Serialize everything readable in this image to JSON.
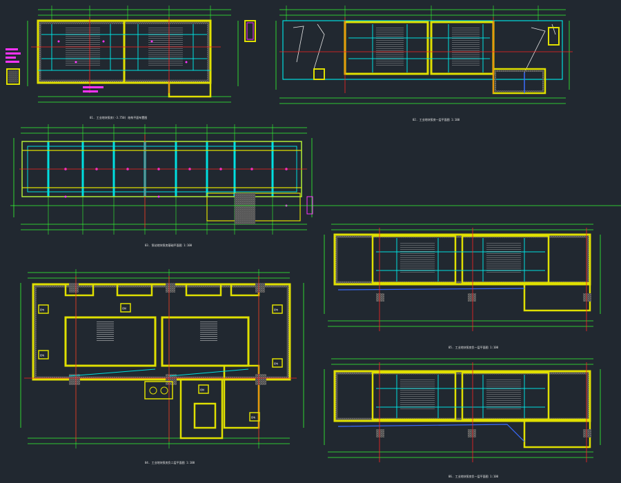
{
  "colors": {
    "background": "#212830",
    "dimension": "#33ff33",
    "wall": "#e0e000",
    "structure": "#00e0e0",
    "axis": "#ff2222",
    "annotation": "#ff33ff",
    "text": "#e8e8e8",
    "hatch": "#9a9a9a",
    "blue": "#3a6cff"
  },
  "drawings": {
    "p1": {
      "title": "01. 工业地块泵房(-3.750) 结构平面布置图"
    },
    "p2": {
      "title": "02. 工业地块泵房一层平面图  1:100"
    },
    "p3": {
      "title": "03. 泵站地块泵房基础平面图  1:100"
    },
    "p4": {
      "title": "04. 工业地块泵房负二层平面图  1:100"
    },
    "p5": {
      "title": "05. 工业地块泵房负一层平面图  1:100"
    },
    "p6": {
      "title": "06. 工业地块泵房负一层平面图  1:100"
    }
  },
  "tags": {
    "elec1": "配电",
    "elec2": "配电",
    "elec3": "控制",
    "elec4": "配电",
    "elec5": "配电",
    "elec6": "控制",
    "elec7": "配电"
  }
}
